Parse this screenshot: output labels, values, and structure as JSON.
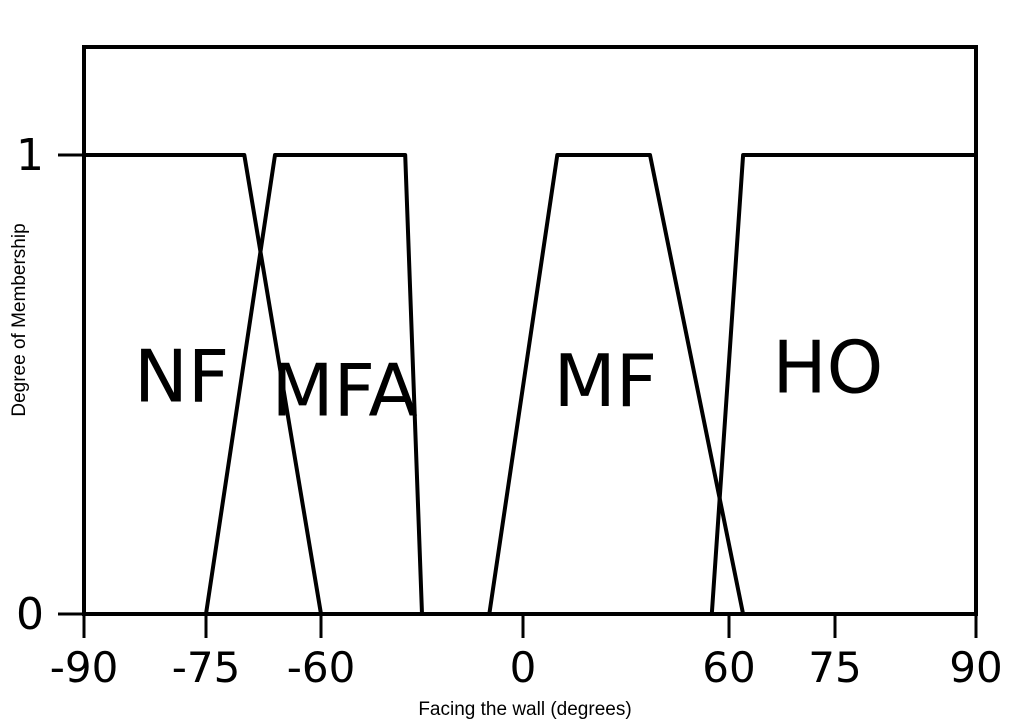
{
  "chart_data": {
    "type": "line",
    "title": "",
    "xlabel": "Facing the wall (degrees)",
    "ylabel": "Degree of Membership",
    "xlim": [
      -90,
      90
    ],
    "ylim": [
      0,
      1
    ],
    "x_ticks": [
      {
        "value": -90,
        "label": "-90"
      },
      {
        "value": -75,
        "label": "-75"
      },
      {
        "value": -60,
        "label": "-60"
      },
      {
        "value": 0,
        "label": "0"
      },
      {
        "value": 60,
        "label": "60"
      },
      {
        "value": 75,
        "label": "75"
      },
      {
        "value": 90,
        "label": "90"
      }
    ],
    "y_ticks": [
      {
        "value": 0,
        "label": "0"
      },
      {
        "value": 1,
        "label": "1"
      }
    ],
    "grid": false,
    "legend": "none",
    "series": [
      {
        "name": "NF",
        "x": [
          -90,
          -70,
          -60
        ],
        "y": [
          1,
          1,
          0
        ]
      },
      {
        "name": "MFA",
        "x": [
          -75,
          -66,
          -35,
          -30
        ],
        "y": [
          0,
          1,
          1,
          0
        ]
      },
      {
        "name": "MF",
        "x": [
          -10,
          10,
          37,
          62
        ],
        "y": [
          0,
          1,
          1,
          0
        ]
      },
      {
        "name": "HO",
        "x": [
          55,
          62,
          90
        ],
        "y": [
          0,
          1,
          1
        ]
      }
    ],
    "annotations": [
      {
        "text": "NF",
        "x": -78,
        "y": 0.55
      },
      {
        "text": "MFA",
        "x": -53,
        "y": 0.52
      },
      {
        "text": "MF",
        "x": 24,
        "y": 0.54
      },
      {
        "text": "HO",
        "x": 74,
        "y": 0.57
      }
    ],
    "line_color": "#000000"
  }
}
